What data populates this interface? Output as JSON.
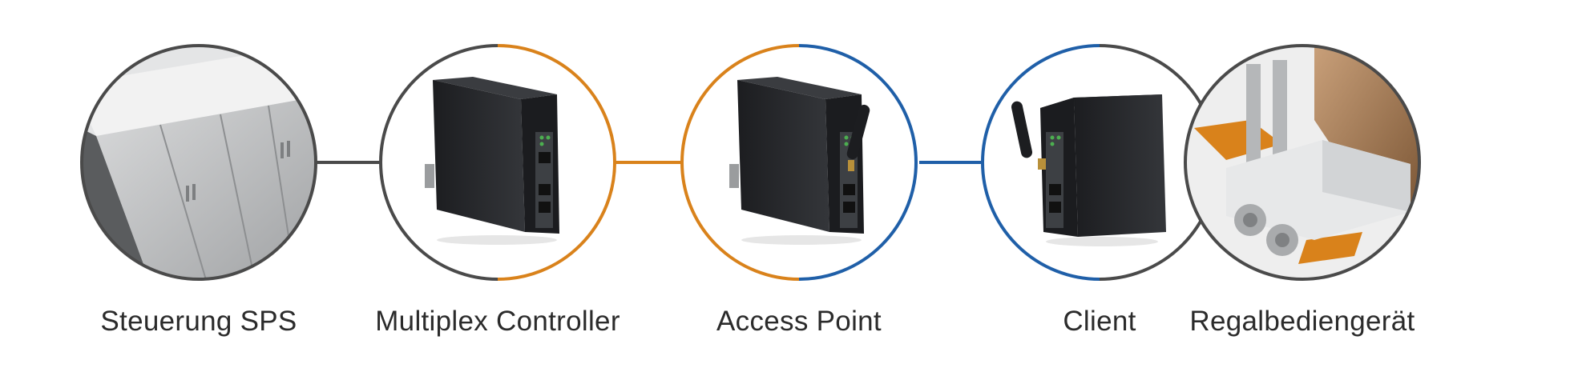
{
  "colors": {
    "dark": "#4a4a4a",
    "orange": "#d9821b",
    "blue": "#1f5fa8",
    "device_body": "#26282b",
    "cabinet": "#b9bbbd"
  },
  "nodes": [
    {
      "label": "Steuerung SPS",
      "icon": "plc-cabinet-icon"
    },
    {
      "label": "Multiplex Controller",
      "icon": "controller-device-icon"
    },
    {
      "label": "Access Point",
      "icon": "access-point-device-icon"
    },
    {
      "label": "Client",
      "icon": "client-device-icon"
    },
    {
      "label": "Regalbediengerät",
      "icon": "stacker-crane-icon"
    }
  ]
}
